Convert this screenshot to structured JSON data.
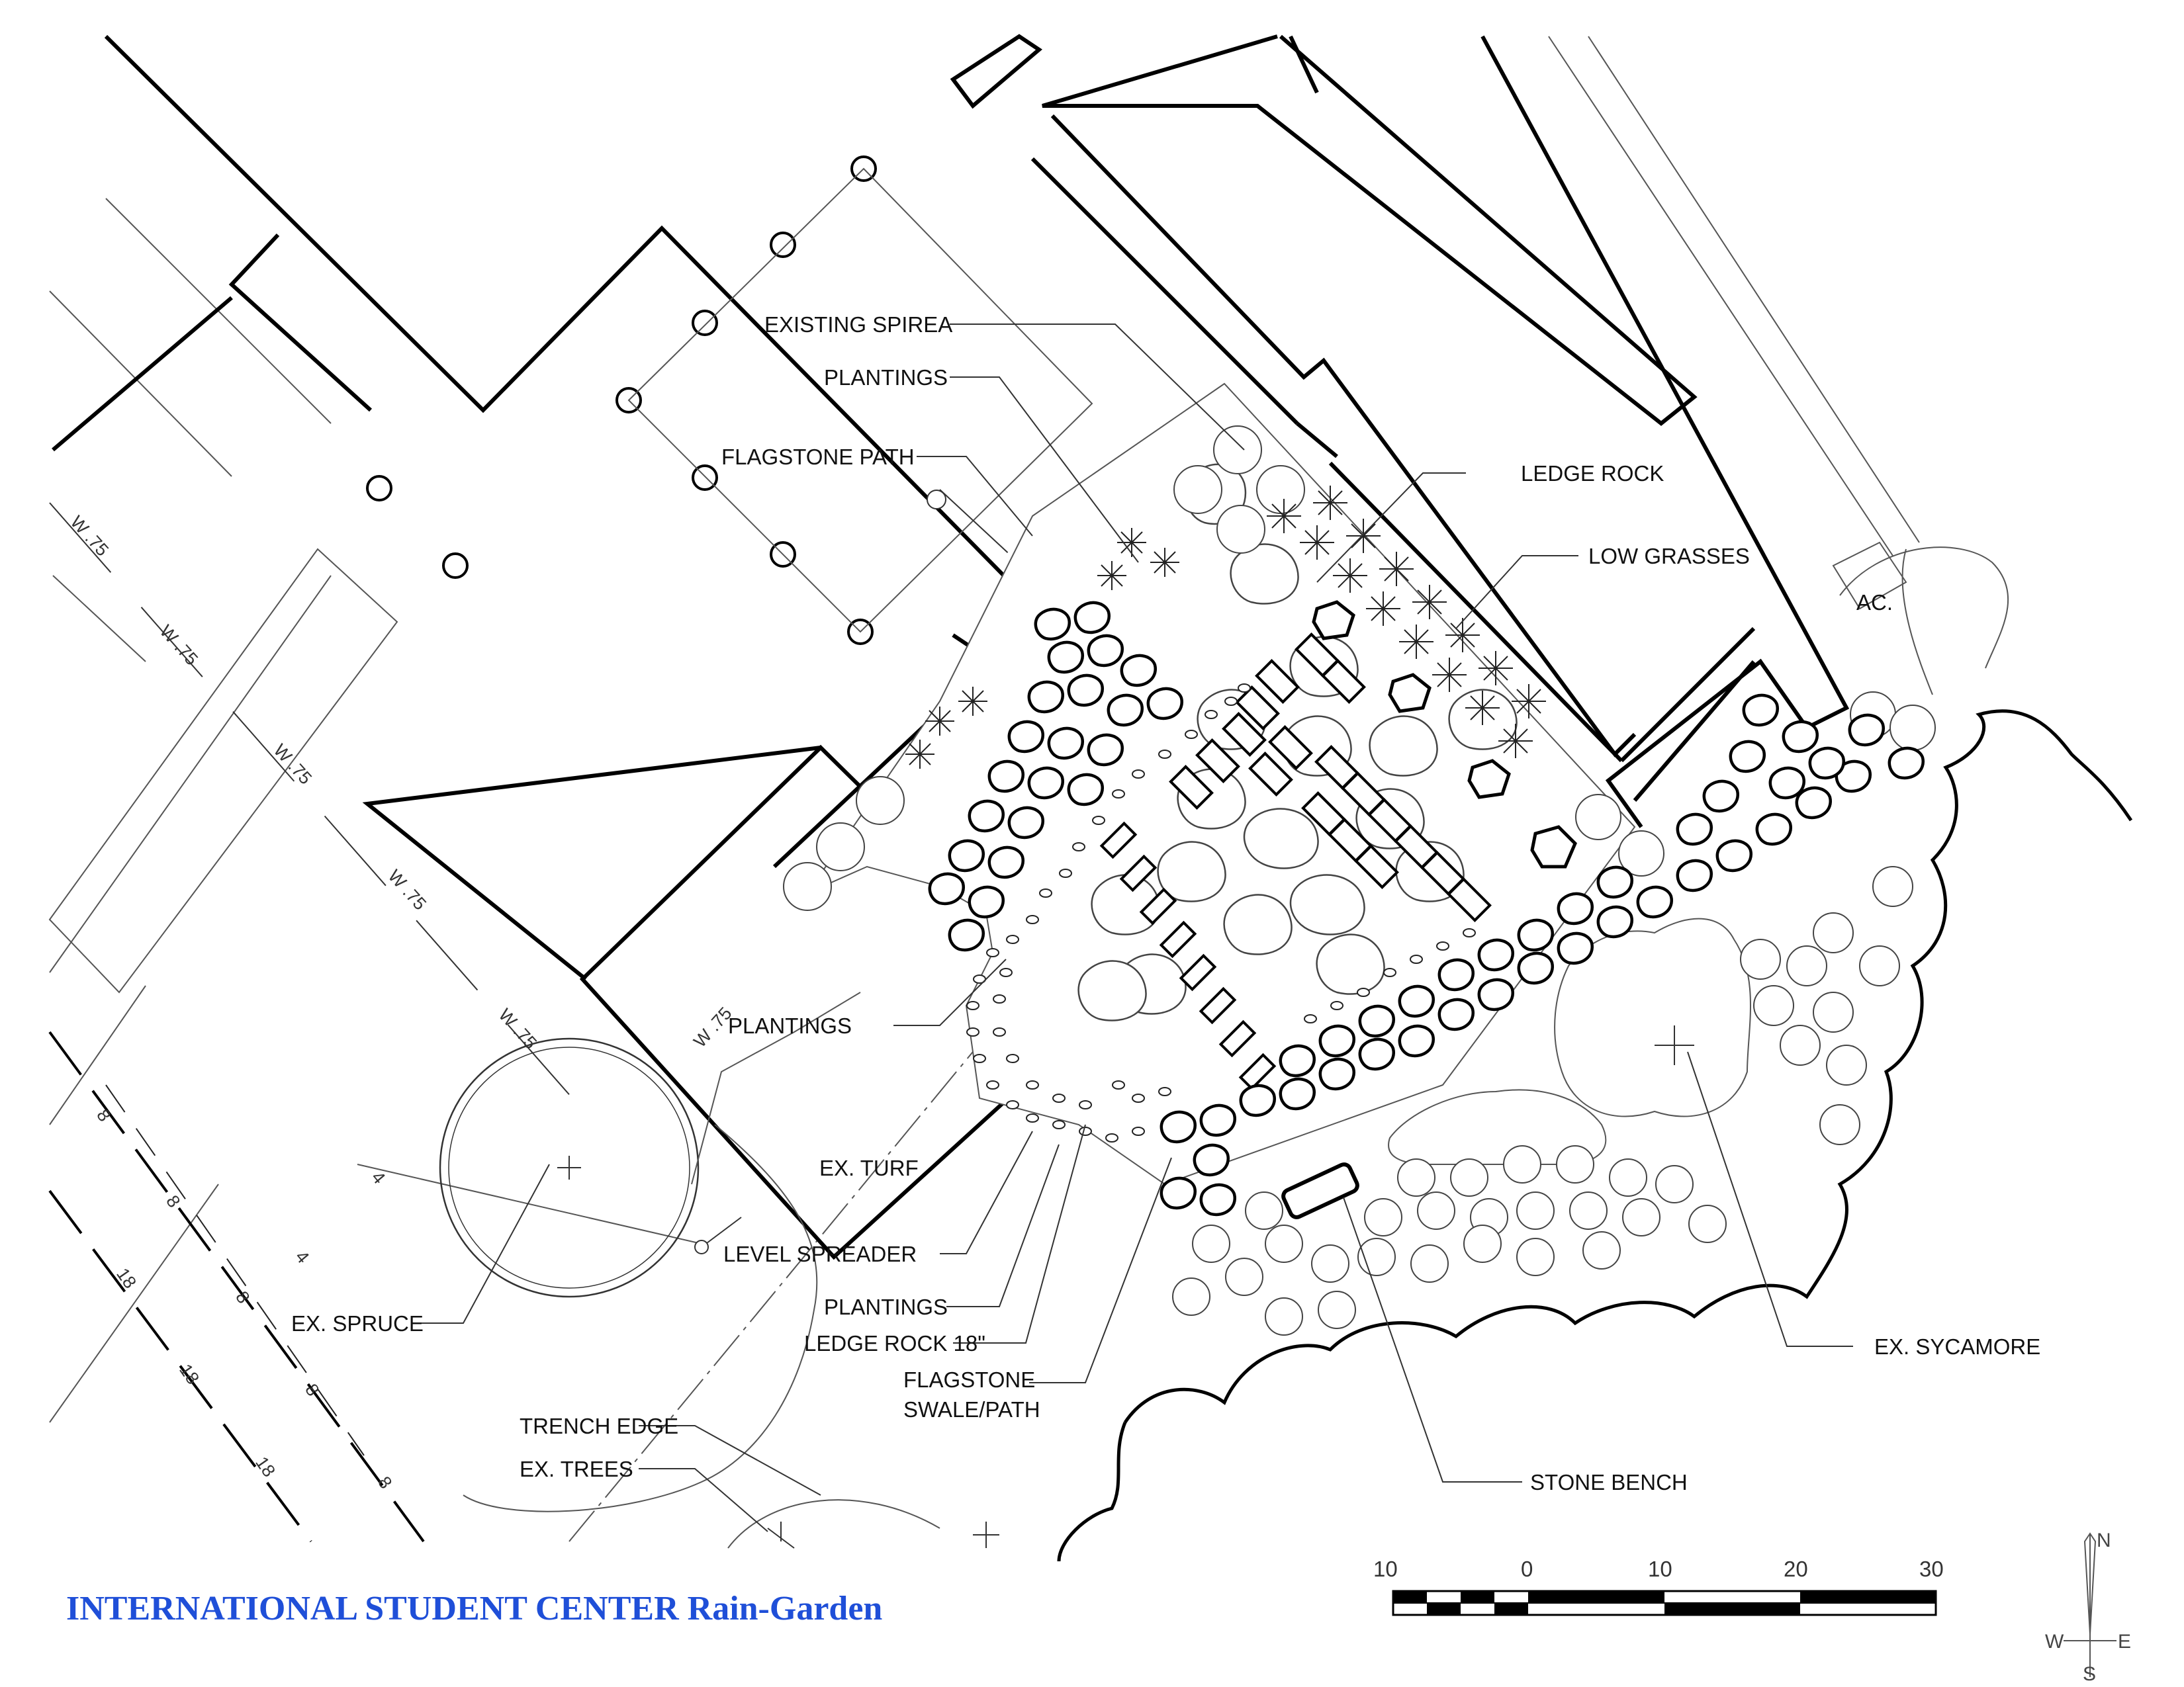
{
  "title": "INTERNATIONAL STUDENT CENTER Rain-Garden",
  "title_color": "#1f4fd8",
  "labels": {
    "existing_spirea": "EXISTING SPIREA",
    "plantings_1": "PLANTINGS",
    "flagstone_path": "FLAGSTONE PATH",
    "ledge_rock": "LEDGE ROCK",
    "low_grasses": "LOW GRASSES",
    "ac": "AC.",
    "plantings_2": "PLANTINGS",
    "ex_turf": "EX. TURF",
    "level_spreader": "LEVEL SPREADER",
    "ex_spruce": "EX. SPRUCE",
    "plantings_3": "PLANTINGS",
    "ledge_rock_18": "LEDGE ROCK 18\"",
    "flagstone_swale_1": "FLAGSTONE",
    "flagstone_swale_2": "SWALE/PATH",
    "trench_edge": "TRENCH EDGE",
    "ex_trees": "EX. TREES",
    "stone_bench": "STONE BENCH",
    "ex_sycamore": "EX. SYCAMORE"
  },
  "utility_labels": {
    "water": "W .75",
    "contour_4": "4",
    "contour_8": "8",
    "contour_18": "18"
  },
  "scale_bar": {
    "ticks": [
      "10",
      "0",
      "10",
      "20",
      "30"
    ]
  },
  "north_arrow": {
    "n": "N",
    "s": "S",
    "e": "E",
    "w": "W"
  }
}
